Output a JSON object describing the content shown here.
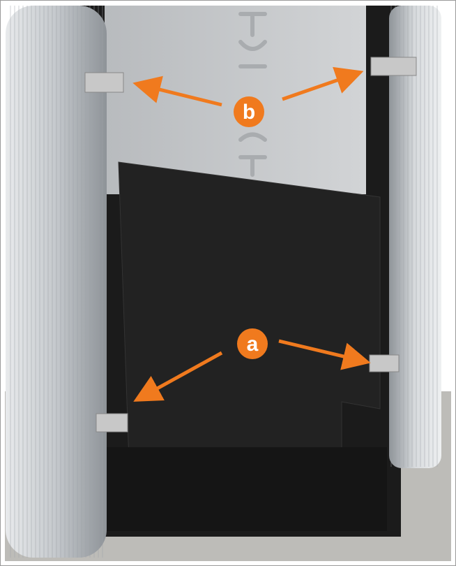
{
  "figure": {
    "callouts": [
      {
        "label": "b",
        "description_targets": 2
      },
      {
        "label": "a",
        "description_targets": 2
      }
    ],
    "colors": {
      "accent": "#f07a1e",
      "frame": "#1b1b1b",
      "aluminum": "#c9cdd2",
      "floor": "#bdbcb8"
    }
  }
}
